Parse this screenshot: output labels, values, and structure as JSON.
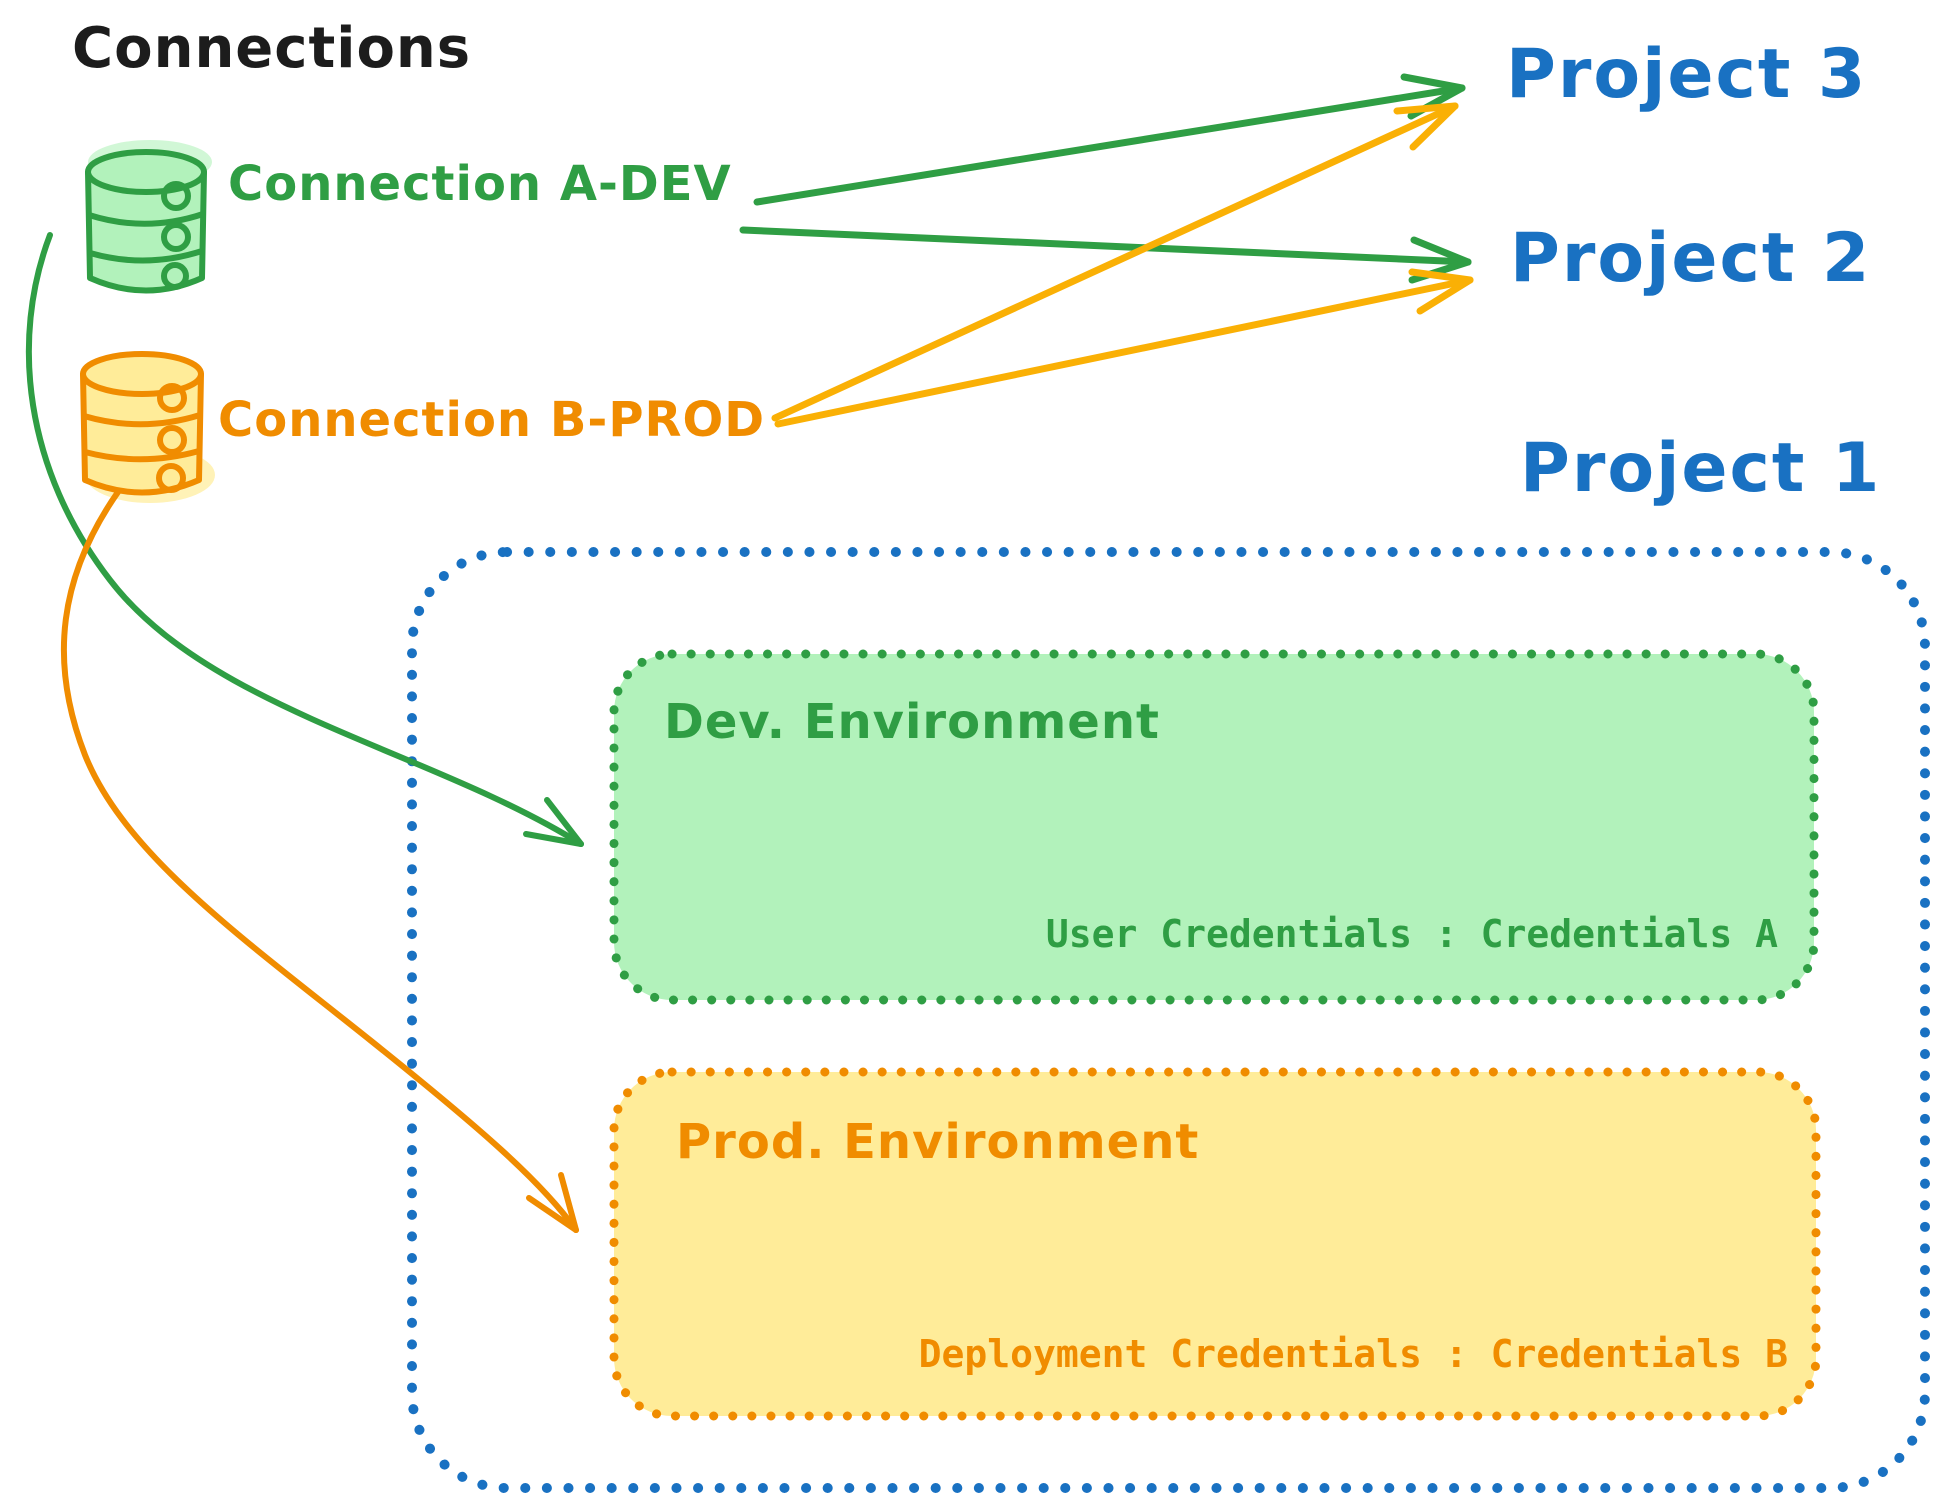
{
  "title": "Connections",
  "palette": {
    "text_black": "#1c1c1c",
    "blue": "#1971c2",
    "green": "#2f9e44",
    "green_fill": "#b2f2bb",
    "orange": "#f08c00",
    "orange_fill": "#ffec99",
    "amber_arrow": "#fab005"
  },
  "connections": [
    {
      "label": "Connection A-DEV",
      "icon": "database-icon",
      "color": "#2f9e44",
      "fill": "#b2f2bb"
    },
    {
      "label": "Connection B-PROD",
      "icon": "database-icon",
      "color": "#f08c00",
      "fill": "#ffec99"
    }
  ],
  "projects": [
    {
      "label": "Project 3"
    },
    {
      "label": "Project 2"
    },
    {
      "label": "Project 1"
    }
  ],
  "project1_detail": {
    "environments": [
      {
        "name": "Dev. Environment",
        "credentials_label": "User Credentials : Credentials A"
      },
      {
        "name": "Prod. Environment",
        "credentials_label": "Deployment Credentials : Credentials B"
      }
    ]
  },
  "edges": [
    {
      "from": "Connection A-DEV",
      "to": "Project 3",
      "style": "straight",
      "color": "#2f9e44"
    },
    {
      "from": "Connection A-DEV",
      "to": "Project 2",
      "style": "straight",
      "color": "#2f9e44"
    },
    {
      "from": "Connection B-PROD",
      "to": "Project 3",
      "style": "straight",
      "color": "#fab005"
    },
    {
      "from": "Connection B-PROD",
      "to": "Project 2",
      "style": "straight",
      "color": "#fab005"
    },
    {
      "from": "Connection A-DEV",
      "to": "Dev. Environment",
      "style": "curved",
      "color": "#2f9e44"
    },
    {
      "from": "Connection B-PROD",
      "to": "Prod. Environment",
      "style": "curved",
      "color": "#f08c00"
    }
  ]
}
